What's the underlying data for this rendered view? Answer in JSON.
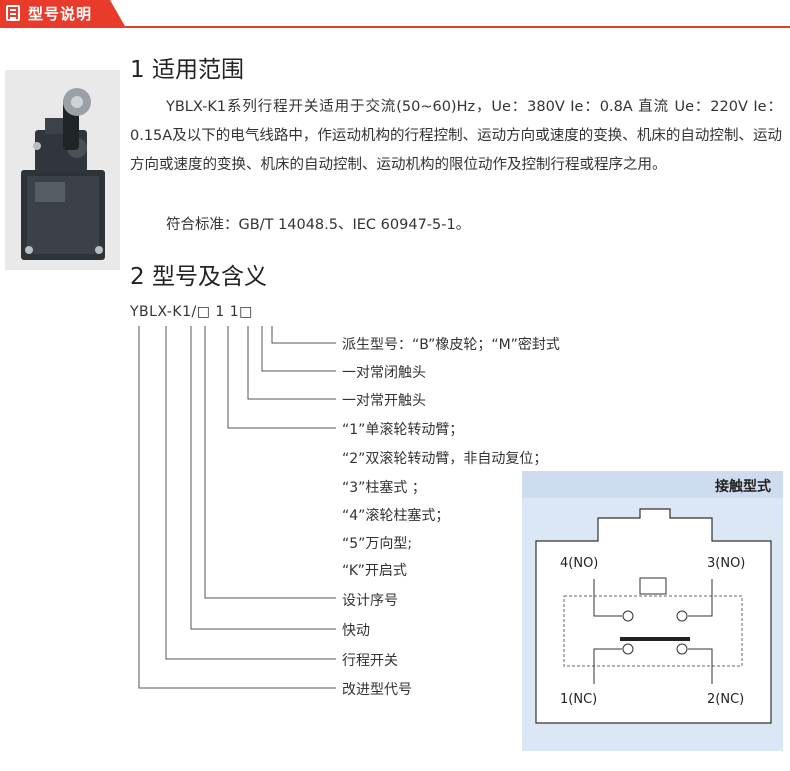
{
  "header": {
    "title": "型号说明"
  },
  "section1": {
    "heading": "1 适用范围",
    "paragraph": "YBLX-K1系列行程开关适用于交流(50~60)Hz，Ue：380V Ie：0.8A 直流 Ue：220V Ie：0.15A及以下的电气线路中，作运动机构的行程控制、运动方向或速度的变换、机床的自动控制、运动方向或速度的变换、机床的自动控制、运动机构的限位动作及控制行程或程序之用。",
    "standard": "符合标准：GB/T 14048.5、IEC 60947-5-1。"
  },
  "section2": {
    "heading": "2 型号及含义",
    "model": "YBLX-K1/□ 1 1□",
    "labels": [
      "派生型号：“B”橡皮轮；“M”密封式",
      "一对常闭触头",
      "一对常开触头",
      "“1”单滚轮转动臂；",
      "“2”双滚轮转动臂，非自动复位；",
      "“3”柱塞式 ；",
      "“4”滚轮柱塞式；",
      "“5”万向型;",
      "“K”开启式",
      "设计序号",
      "快动",
      "行程开关",
      "改进型代号"
    ]
  },
  "contact": {
    "title": "接触型式",
    "t_no_left": "4(NO)",
    "t_no_right": "3(NO)",
    "t_nc_left": "1(NC)",
    "t_nc_right": "2(NC)"
  },
  "colors": {
    "accent": "#e83b2c",
    "panel": "#dbe7f4"
  }
}
